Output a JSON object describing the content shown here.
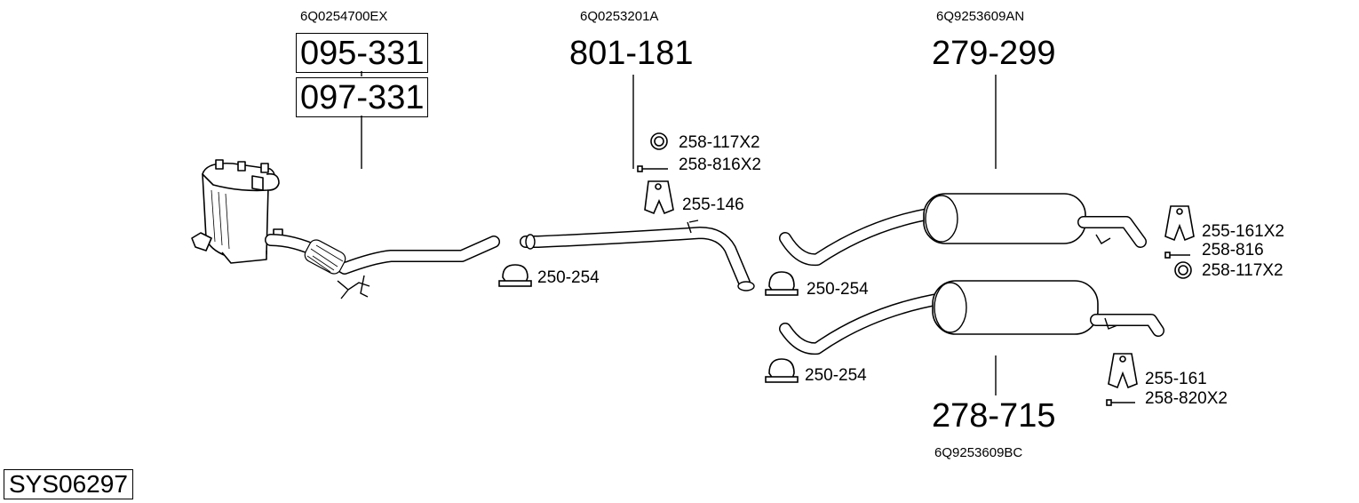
{
  "diagram_id": "SYS06297",
  "sections": [
    {
      "oe_number": "6Q0254700EX",
      "part_numbers": [
        "095-331",
        "097-331"
      ]
    },
    {
      "oe_number": "6Q0253201A",
      "part_number": "801-181"
    },
    {
      "oe_number": "6Q9253609AN",
      "part_number": "279-299"
    },
    {
      "oe_number": "6Q9253609BC",
      "part_number": "278-715"
    }
  ],
  "fittings": {
    "clamp_1": "250-254",
    "clamp_2": "250-254",
    "clamp_3": "250-254",
    "ring_mid": "258-117X2",
    "bolt_mid": "258-816X2",
    "hanger_mid": "255-146",
    "hanger_r1": "255-161X2",
    "bolt_r1": "258-816",
    "ring_r1": "258-117X2",
    "hanger_r2": "255-161",
    "bolt_r2": "258-820X2"
  },
  "icons": [
    "catalytic-converter-dpf",
    "front-pipe",
    "middle-pipe",
    "rear-silencer",
    "pipe-clamp",
    "sealing-ring",
    "bolt",
    "rubber-hanger"
  ],
  "colors": {
    "line": "#000000",
    "fill": "#ffffff"
  }
}
